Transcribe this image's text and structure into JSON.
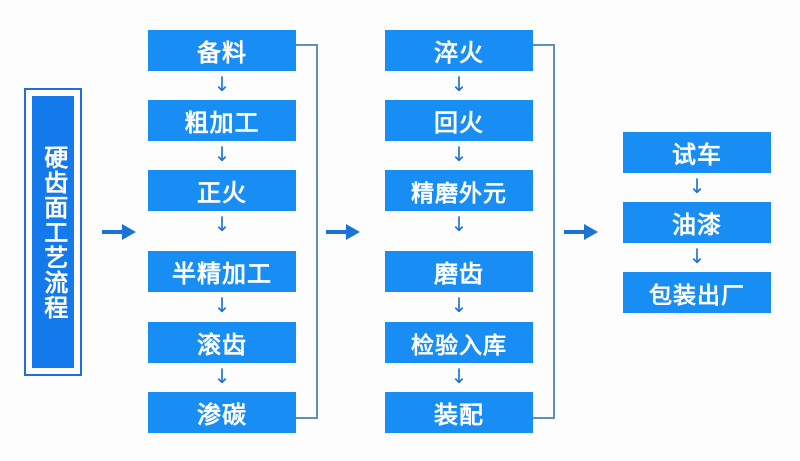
{
  "diagram": {
    "title_vertical": "硬齿面工艺流程",
    "colors": {
      "box_fill": "#188ef5",
      "box_text": "#ffffff",
      "plaque_border": "#1f6fd8",
      "plaque_fill": "#1479ea",
      "arrow": "#1b74d4",
      "connector_line": "#5f8fbc",
      "background": "#fdfdfd"
    },
    "stage_arrows": [
      {
        "name": "arrow-title-to-stage1",
        "glyph": "right-arrow-icon"
      },
      {
        "name": "arrow-stage1-to-stage2",
        "glyph": "right-arrow-icon"
      },
      {
        "name": "arrow-stage2-to-stage3",
        "glyph": "right-arrow-icon"
      }
    ],
    "step_arrow_glyph": "↓",
    "columns": [
      {
        "name": "stage-1",
        "steps": [
          "备料",
          "粗加工",
          "正火",
          "半精加工",
          "滚齿",
          "渗碳"
        ]
      },
      {
        "name": "stage-2",
        "steps": [
          "淬火",
          "回火",
          "精磨外元",
          "磨齿",
          "检验入库",
          "装配"
        ]
      },
      {
        "name": "stage-3",
        "steps": [
          "试车",
          "油漆",
          "包装出厂"
        ]
      }
    ]
  }
}
